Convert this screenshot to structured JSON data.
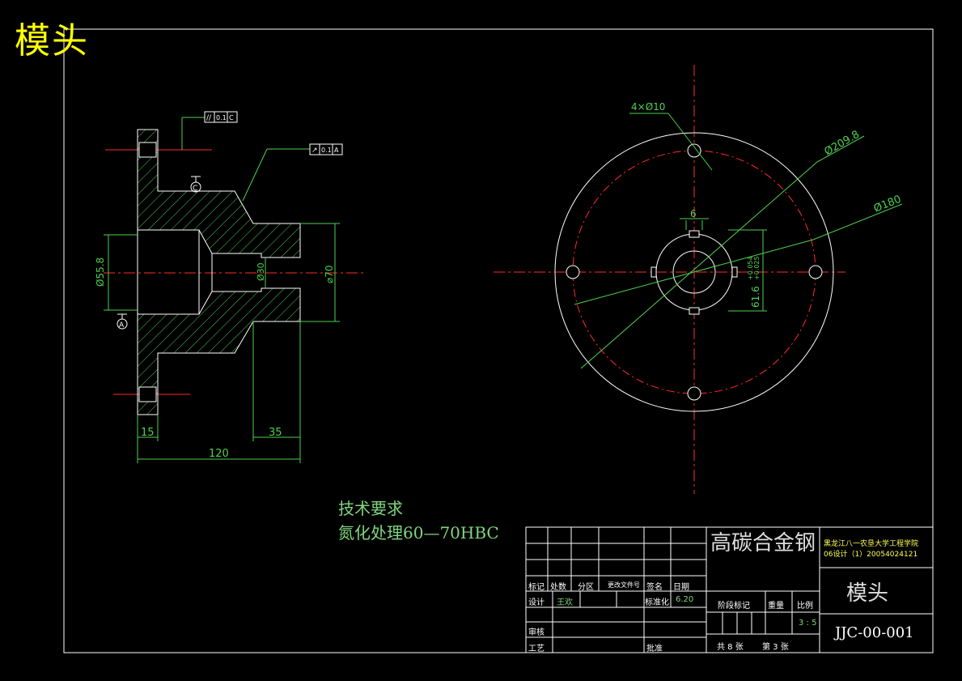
{
  "sheet": {
    "corner_title": "模头"
  },
  "front_view": {
    "dims": {
      "d_bore": "Ø55.8",
      "d_inner": "Ø30",
      "d_outer": "⌀70",
      "len_total": "120",
      "len_flange": "15",
      "len_hub": "35"
    },
    "datum_a": "A",
    "datum_c": "C",
    "tol_parallel": {
      "symbol": "//",
      "value": "0.1",
      "datum": "C"
    },
    "tol_runout": {
      "symbol": "↗",
      "value": "0.1",
      "datum": "A"
    }
  },
  "side_view": {
    "dims": {
      "holes": "4×Ø10",
      "d_209": "Ø209.8",
      "d_180": "Ø180",
      "key_width": "6",
      "key_depth": "61.6",
      "key_tol_upper": "+0.054",
      "key_tol_lower": "+0.025"
    }
  },
  "tech_requirements": {
    "title": "技术要求",
    "line1": "氮化处理60—70HBC"
  },
  "title_block": {
    "material": "高碳合金钢",
    "org_line1": "黑龙江八一农垦大学工程学院",
    "org_line2": "06设计（1）20054024121",
    "part_name": "模头",
    "drawing_no": "JJC-00-001",
    "col_mark": "标记",
    "col_count": "处数",
    "col_zone": "分区",
    "col_docno": "更改文件号",
    "col_sign": "签名",
    "col_date": "日期",
    "row_design": "设计",
    "designer": "王欢",
    "row_std": "标准化",
    "std_date": "6.20",
    "row_review": "审核",
    "row_process": "工艺",
    "row_approve": "批准",
    "stage_mark": "阶段标记",
    "weight": "重量",
    "scale": "比例",
    "scale_value": "3 : 5",
    "sheets_total": "共 8 张",
    "sheet_no": "第 3 张"
  }
}
